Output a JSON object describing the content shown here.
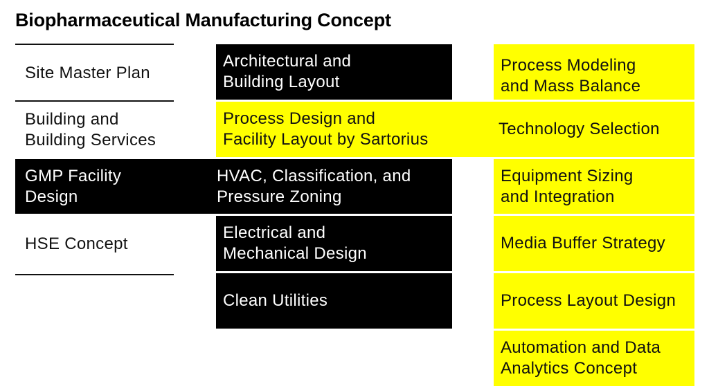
{
  "title": "Biopharmaceutical Manufacturing Concept",
  "colors": {
    "black": "#000000",
    "yellow": "#ffff00",
    "text_dark": "#111111",
    "text_light": "#ffffff"
  },
  "left_column": [
    {
      "label": "Site Master Plan",
      "style": "plain"
    },
    {
      "label": "Building and\nBuilding Services",
      "style": "plain"
    },
    {
      "label": "GMP Facility\nDesign",
      "style": "black"
    },
    {
      "label": "HSE Concept",
      "style": "plain"
    }
  ],
  "middle_column": [
    {
      "label": "Architectural and\nBuilding Layout",
      "style": "black"
    },
    {
      "label": "Process Design and\nFacility Layout by Sartorius",
      "style": "yellow"
    },
    {
      "label": "HVAC, Classification, and\nPressure Zoning",
      "style": "black"
    },
    {
      "label": "Electrical and\nMechanical Design",
      "style": "black"
    },
    {
      "label": "Clean Utilities",
      "style": "black"
    }
  ],
  "right_column": [
    {
      "label": "Process Modeling\nand Mass Balance",
      "style": "yellow"
    },
    {
      "label": "Technology Selection",
      "style": "yellow"
    },
    {
      "label": "Equipment Sizing\nand Integration",
      "style": "yellow"
    },
    {
      "label": "Media Buffer Strategy",
      "style": "yellow"
    },
    {
      "label": "Process Layout Design",
      "style": "yellow"
    },
    {
      "label": "Automation and Data\nAnalytics Concept",
      "style": "yellow"
    }
  ]
}
